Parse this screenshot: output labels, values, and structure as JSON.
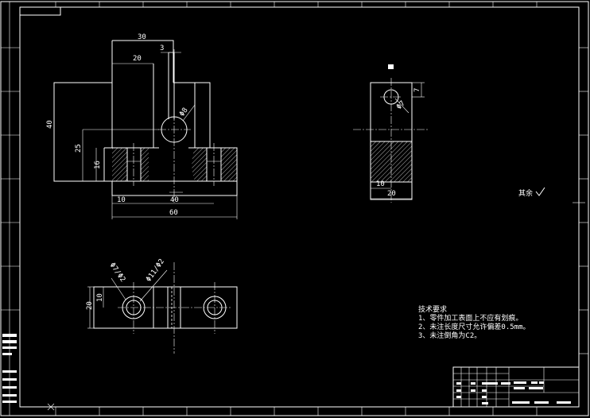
{
  "front_view": {
    "dims": {
      "overall_width_top": "30",
      "inner_width_top": "20",
      "slot_width": "3",
      "height_total": "40",
      "height_mid": "25",
      "height_low": "16",
      "bottom_offset": "10",
      "hole_spacing": "40",
      "overall_length": "60"
    },
    "hole_callout": "Φ8"
  },
  "side_view": {
    "dims": {
      "top_offset": "7",
      "hole_dia": "Φ7",
      "bottom_offset": "10",
      "width": "20"
    }
  },
  "top_view": {
    "dims": {
      "width": "20",
      "inner": "10",
      "callout_left": "Φ7/Φ2",
      "callout_right": "Φ11/Φ2"
    }
  },
  "roughness": "其余",
  "tech_requirements": {
    "title": "技术要求",
    "items": [
      "1、零件加工表面上不应有划痕。",
      "2、未注长度尺寸允许偏差0.5mm。",
      "3、未注倒角为C2。"
    ]
  },
  "colors": {
    "background": "#000000",
    "line": "#ffffff"
  }
}
